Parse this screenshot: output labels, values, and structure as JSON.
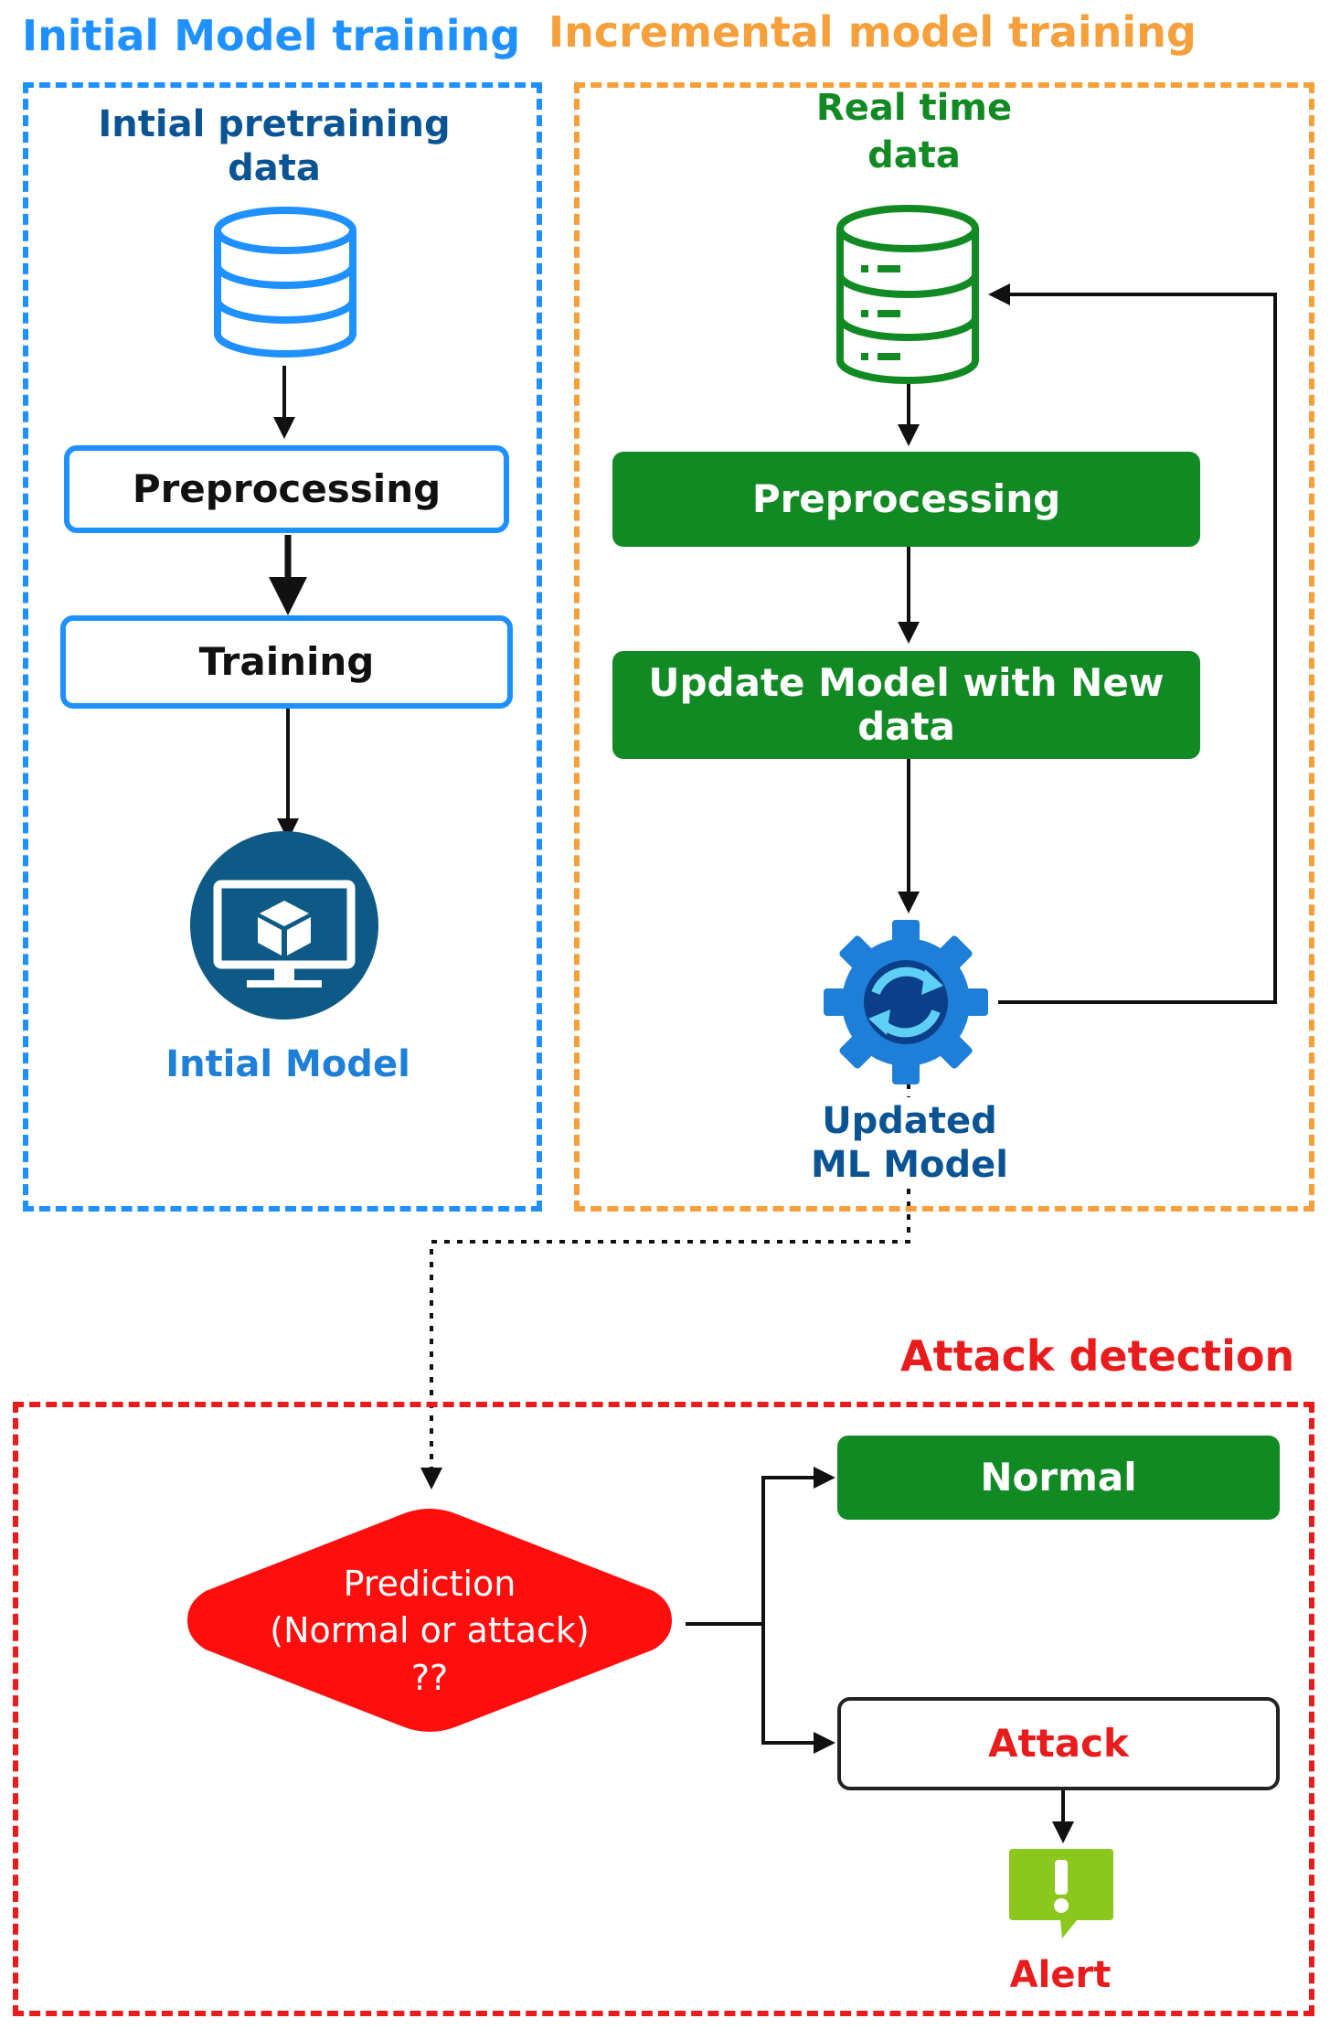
{
  "initial": {
    "section_title": "Initial Model training",
    "data_label": "Intial pretraining data",
    "preprocessing": "Preprocessing",
    "training": "Training",
    "model_label": "Intial Model"
  },
  "incremental": {
    "section_title": "Incremental model training",
    "data_label_line1": "Real time",
    "data_label_line2": "data",
    "preprocessing": "Preprocessing",
    "update_line1": "Update Model with New",
    "update_line2": "data",
    "model_line1": "Updated",
    "model_line2": "ML Model"
  },
  "detection": {
    "section_title": "Attack detection",
    "prediction_line1": "Prediction",
    "prediction_line2": "(Normal or attack)",
    "prediction_line3": "??",
    "normal": "Normal",
    "attack": "Attack",
    "alert": "Alert"
  },
  "colors": {
    "initial_accent": "#1E90FF",
    "incremental_accent": "#F5A03A",
    "detection_accent": "#E81C1C",
    "green": "#118A23",
    "dark_blue": "#0B5494",
    "alert_icon": "#8CC71E"
  },
  "icons": [
    "database-icon",
    "server-database-icon",
    "monitor-cube-icon",
    "sync-gear-icon",
    "alert-bubble-icon"
  ]
}
